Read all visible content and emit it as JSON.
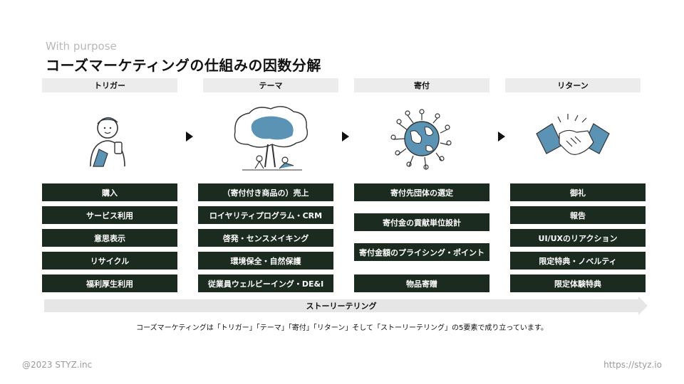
{
  "header": {
    "eyebrow": "With purpose",
    "title": "コーズマーケティングの仕組みの因数分解"
  },
  "columns": [
    {
      "label": "トリガー",
      "icon": "person-phone-icon",
      "items": [
        "購入",
        "サービス利用",
        "意思表示",
        "リサイクル",
        "福利厚生利用"
      ]
    },
    {
      "label": "テーマ",
      "icon": "tree-people-icon",
      "items": [
        "（寄付付き商品の）売上",
        "ロイヤリティプログラム・CRM",
        "啓発・センスメイキング",
        "環境保全・自然保護",
        "従業員ウェルビーイング・DE&I"
      ]
    },
    {
      "label": "寄付",
      "icon": "globe-people-icon",
      "items": [
        "寄付先団体の選定",
        "寄付金の貢献単位設計",
        "寄付金額のプライシング・ポイント",
        "物品寄贈"
      ]
    },
    {
      "label": "リターン",
      "icon": "handshake-icon",
      "items": [
        "御礼",
        "報告",
        "UI/UXのリアクション",
        "限定特典・ノベルティ",
        "限定体験特典"
      ]
    }
  ],
  "storytelling": "ストーリーテリング",
  "description": "コーズマーケティングは「トリガー」「テーマ」「寄付」「リターン」そして「ストーリーテリング」の5要素で成り立っています。",
  "footer": {
    "copyright": "@2023 STYZ.inc",
    "url": "https://styz.io"
  },
  "colors": {
    "item_bg": "#1c2b20",
    "header_bg": "#ececec",
    "accent_blue": "#5b93b5"
  }
}
